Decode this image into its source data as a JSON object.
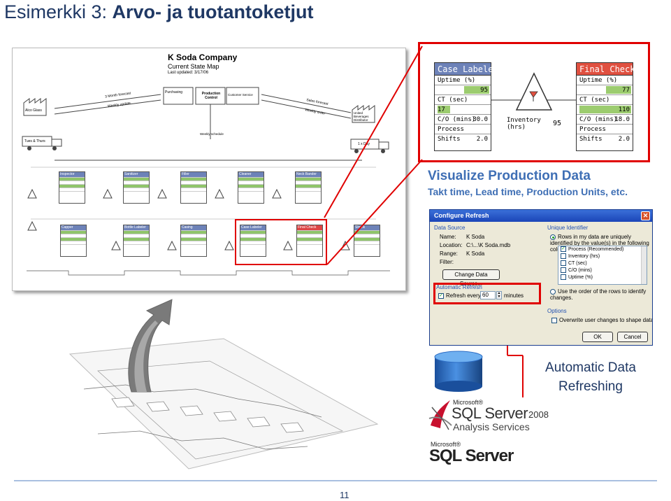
{
  "slide": {
    "title_prefix": "Esimerkki 3: ",
    "title_bold": "Arvo- ja tuotantoketjut",
    "page_number": "11"
  },
  "vsm": {
    "company": "K Soda Company",
    "map_name": "Current State Map",
    "last_updated": "Last updated: 3/17/06",
    "purchasing": "Purchasing",
    "production_control": "Production Control",
    "customer_service": "Customer Service",
    "supplier": "Alco Glass",
    "customer": "United Beverages Distributor",
    "forecast_in": "3 Month forecast",
    "weekly_update": "Weekly update",
    "sales_forecast": "Sales forecast",
    "weekly_order": "Weekly order",
    "weekly_schedule": "Weekly schedule",
    "truck_in": "Tues & Thurs",
    "truck_out": "1 x Day",
    "row1": [
      "Inspector",
      "Sanitizer",
      "Filler",
      "Cleaner",
      "Neck Bander"
    ],
    "row2": [
      "Capper",
      "Bottle Labeler",
      "Casing",
      "Case Labeler",
      "Final Check",
      "Shrink"
    ]
  },
  "zoom": {
    "case_labeler": {
      "title": "Case Labeler",
      "uptime_label": "Uptime (%)",
      "uptime_value": "95",
      "ct_label": "CT (sec)",
      "ct_value": "17",
      "co_label": "C/O (mins)",
      "co_value": "30.0",
      "process_label": "Process",
      "shifts_label": "Shifts",
      "shifts_value": "2.0"
    },
    "inventory_label": "Inventory (hrs)",
    "inventory_value": "95",
    "final_check": {
      "title": "Final Check",
      "uptime_label": "Uptime (%)",
      "uptime_value": "77",
      "ct_label": "CT (sec)",
      "ct_value": "110",
      "co_label": "C/O (mins)",
      "co_value": "18.0",
      "process_label": "Process",
      "shifts_label": "Shifts",
      "shifts_value": "2.0"
    }
  },
  "visualize": {
    "heading": "Visualize Production Data",
    "subheading": "Takt time, Lead time, Production Units, etc."
  },
  "dialog": {
    "title": "Configure Refresh",
    "data_source_group": "Data Source",
    "name_label": "Name:",
    "name_value": "K Soda",
    "location_label": "Location:",
    "location_value": "C:\\...\\K Soda.mdb",
    "range_label": "Range:",
    "range_value": "K Soda",
    "filter_label": "Filter:",
    "change_button": "Change Data Source...",
    "unique_group": "Unique Identifier",
    "radio1": "Rows in my data are uniquely identified by the value(s) in the following column(s):",
    "columns": [
      {
        "label": "Process (Recommended)",
        "checked": true
      },
      {
        "label": "Inventory (hrs)",
        "checked": false
      },
      {
        "label": "CT (sec)",
        "checked": false
      },
      {
        "label": "C/O (mins)",
        "checked": false
      },
      {
        "label": "Uptime (%)",
        "checked": false
      }
    ],
    "radio2": "Use the order of the rows to identify changes.",
    "auto_group": "Automatic Refresh",
    "refresh_label": "Refresh every",
    "refresh_value": "60",
    "minutes_label": "minutes",
    "options_group": "Options",
    "overwrite_label": "Overwrite user changes to shape data",
    "ok": "OK",
    "cancel": "Cancel"
  },
  "auto_refresh_caption": "Automatic Data Refreshing",
  "logos": {
    "ssas_brand": "Microsoft®",
    "ssas_product": "SQL Server",
    "ssas_year": "2008",
    "ssas_sub": "Analysis Services",
    "sql_brand": "Microsoft®",
    "sql_product": "SQL Server"
  },
  "colors": {
    "title": "#1f3864",
    "accent": "#3f6fb5",
    "highlight": "#e00000",
    "header_blue": "#6d82b8",
    "good_green": "#9ccc6f"
  }
}
